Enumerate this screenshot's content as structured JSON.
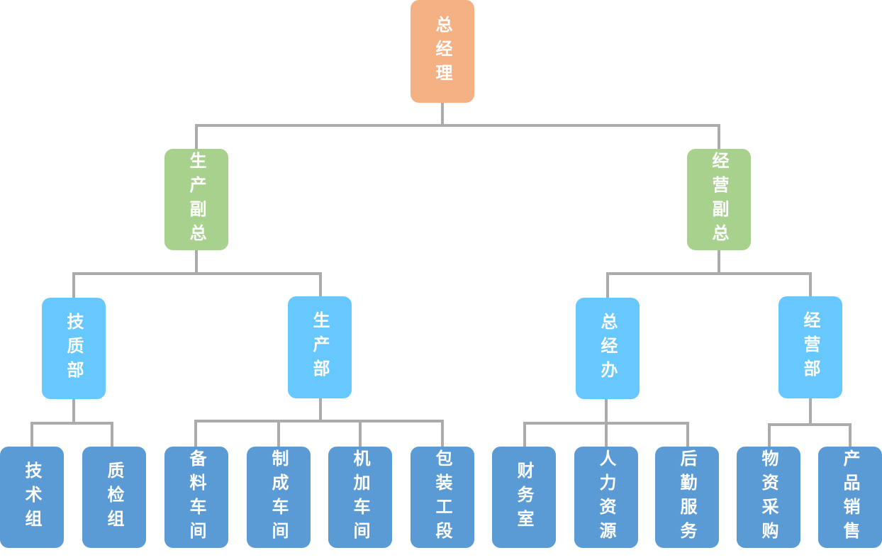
{
  "colors": {
    "root": "#f4b183",
    "vice": "#a9d18e",
    "department": "#66c8ff",
    "unit": "#5b9bd5",
    "connector": "#ababab",
    "text": "#ffffff"
  },
  "org": {
    "root": "总经理",
    "vice": [
      "生产副总",
      "经营副总"
    ],
    "departments": [
      "技质部",
      "生产部",
      "总经办",
      "经营部"
    ],
    "units": {
      "jizhibu": [
        "技术组",
        "质检组"
      ],
      "shengchanbu": [
        "备料车间",
        "制成车间",
        "机加车间",
        "包装工段"
      ],
      "zongjingban": [
        "财务室",
        "人力资源",
        "后勤服务"
      ],
      "jingyingbu": [
        "物资采购",
        "产品销售"
      ]
    }
  }
}
